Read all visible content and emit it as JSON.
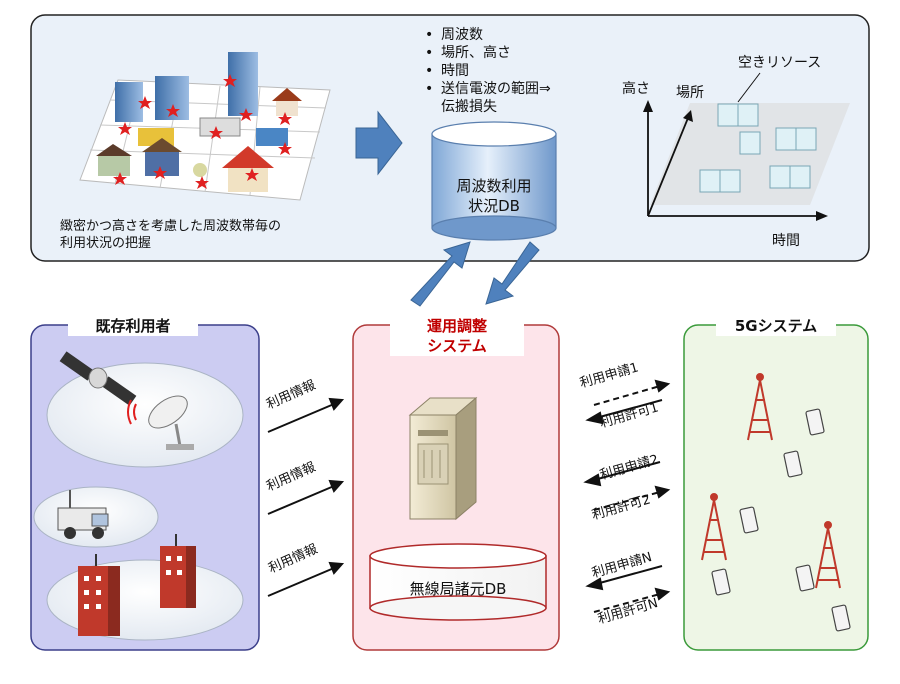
{
  "top_panel": {
    "bullets": [
      "周波数",
      "場所、高さ",
      "時間",
      "送信電波の範囲⇒",
      "伝搬損失"
    ],
    "db_label_line1": "周波数利用",
    "db_label_line2": "状況DB",
    "caption_line1": "緻密かつ高さを考慮した周波数帯毎の",
    "caption_line2": "利用状況の把握",
    "graph": {
      "y_label": "高さ",
      "z_label": "場所",
      "x_label": "時間",
      "callout": "空きリソース"
    }
  },
  "left_panel": {
    "title": "既存利用者",
    "arrow_labels": [
      "利用情報",
      "利用情報",
      "利用情報"
    ]
  },
  "center_panel": {
    "title_line1": "運用調整",
    "title_line2": "システム",
    "db_label": "無線局諸元DB"
  },
  "right_panel": {
    "title": "5Gシステム"
  },
  "exchanges": [
    {
      "request": "利用申請1",
      "permit": "利用許可1"
    },
    {
      "request": "利用申請2",
      "permit": "利用許可2"
    },
    {
      "request": "利用申請N",
      "permit": "利用許可N"
    }
  ],
  "colors": {
    "top_panel_fill": "#eaf1f9",
    "left_panel_fill": "#ccccf2",
    "center_panel_fill": "#fde4ea",
    "center_title_text": "#c00000",
    "right_panel_fill": "#eef6e6",
    "right_panel_border": "#3a9a3a",
    "flow_arrow": "#4f81bd",
    "tower": "#c0392b"
  }
}
